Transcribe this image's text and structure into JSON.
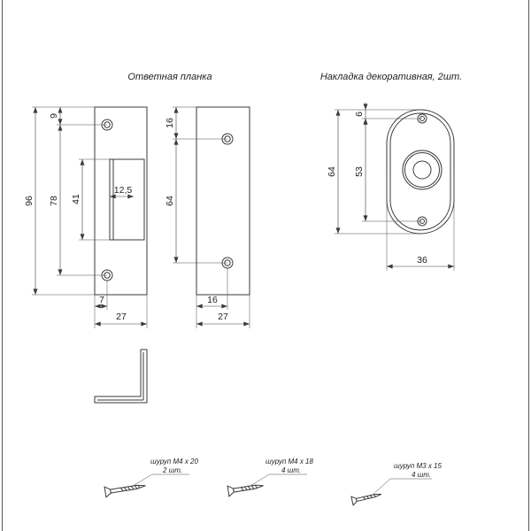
{
  "titles": {
    "strike_plate": "Ответная планка",
    "decor_plate": "Накладка декоративная, 2шт."
  },
  "dims": {
    "front": {
      "overall_height": "96",
      "hole_spacing": "78",
      "slot_height": "41",
      "top_offset": "9",
      "slot_width": "12,5",
      "hole_offset_x": "7",
      "width": "27"
    },
    "side": {
      "top_offset": "16",
      "hole_spacing": "64",
      "hole_offset_x": "16",
      "width": "27"
    },
    "decor": {
      "height": "64",
      "hole_spacing": "53",
      "top_offset": "6",
      "width": "36"
    }
  },
  "screws": [
    {
      "label": "шуруп М4 х 20",
      "qty": "2 шт."
    },
    {
      "label": "шуруп М4 х 18",
      "qty": "4 шт."
    },
    {
      "label": "шуруп М3 х 15",
      "qty": "4 шт."
    }
  ]
}
